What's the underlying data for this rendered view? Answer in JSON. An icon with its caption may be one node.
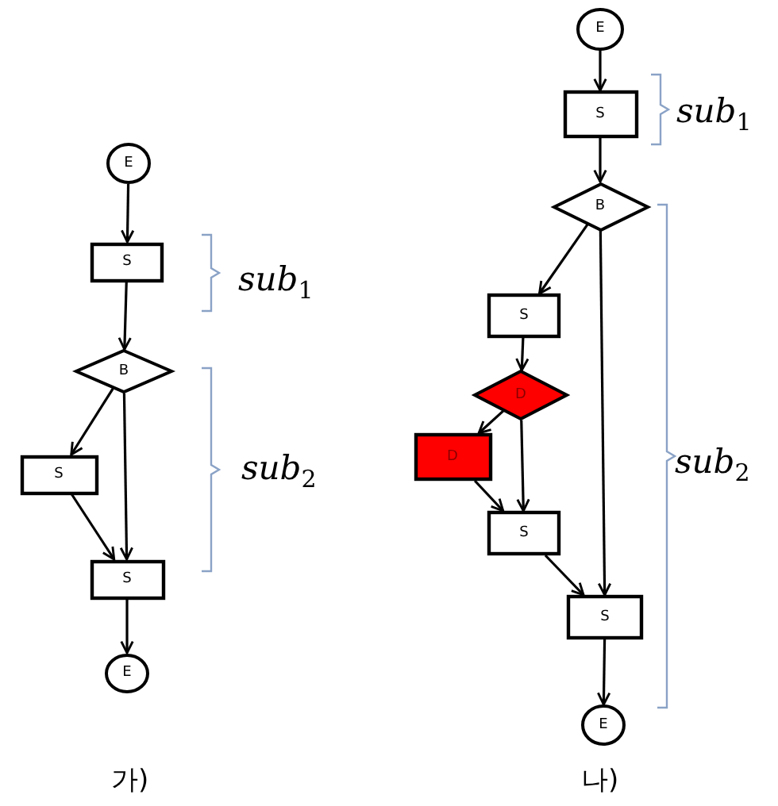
{
  "diagram": {
    "nodes": [
      {
        "text": [
          "E"
        ]
      },
      {
        "text": [
          "S"
        ]
      },
      {
        "text": [
          "B"
        ]
      },
      {
        "text": [
          "S"
        ]
      },
      {
        "text": [
          "S"
        ]
      },
      {
        "text": [
          "E"
        ]
      },
      {
        "text": [
          "E"
        ]
      },
      {
        "text": [
          "S"
        ]
      },
      {
        "text": [
          "B"
        ]
      },
      {
        "text": [
          "S"
        ]
      },
      {
        "text": [
          "D"
        ]
      },
      {
        "text": [
          "D"
        ]
      },
      {
        "text": [
          "S"
        ]
      },
      {
        "text": [
          "S"
        ]
      },
      {
        "text": [
          "E"
        ]
      }
    ],
    "edges": [
      {
        "from": 0,
        "to": 1,
        "arrow": "to"
      },
      {
        "from": 1,
        "to": 2,
        "arrow": "to"
      },
      {
        "from": 2,
        "to": 3,
        "arrow": "to"
      },
      {
        "from": 2,
        "to": 4,
        "arrow": "to"
      },
      {
        "from": 3,
        "to": 4,
        "arrow": "to"
      },
      {
        "from": 4,
        "to": 5,
        "arrow": "to"
      },
      {
        "from": 6,
        "to": 7,
        "arrow": "to"
      },
      {
        "from": 7,
        "to": 8,
        "arrow": "to"
      },
      {
        "from": 8,
        "to": 9,
        "arrow": "to"
      },
      {
        "from": 8,
        "to": 13,
        "arrow": "to"
      },
      {
        "from": 9,
        "to": 10,
        "arrow": "to"
      },
      {
        "from": 10,
        "to": 11,
        "arrow": "to"
      },
      {
        "from": 10,
        "to": 12,
        "arrow": "to"
      },
      {
        "from": 11,
        "to": 12,
        "arrow": "to"
      },
      {
        "from": 12,
        "to": 13,
        "arrow": "to"
      },
      {
        "from": 13,
        "to": 14,
        "arrow": "to"
      }
    ],
    "labels": [
      "*sub*$_{1}$",
      "*sub*$_{2}$",
      "*sub*$_{1}$",
      "*sub*$_{2}$",
      "가)",
      "나)"
    ]
  }
}
